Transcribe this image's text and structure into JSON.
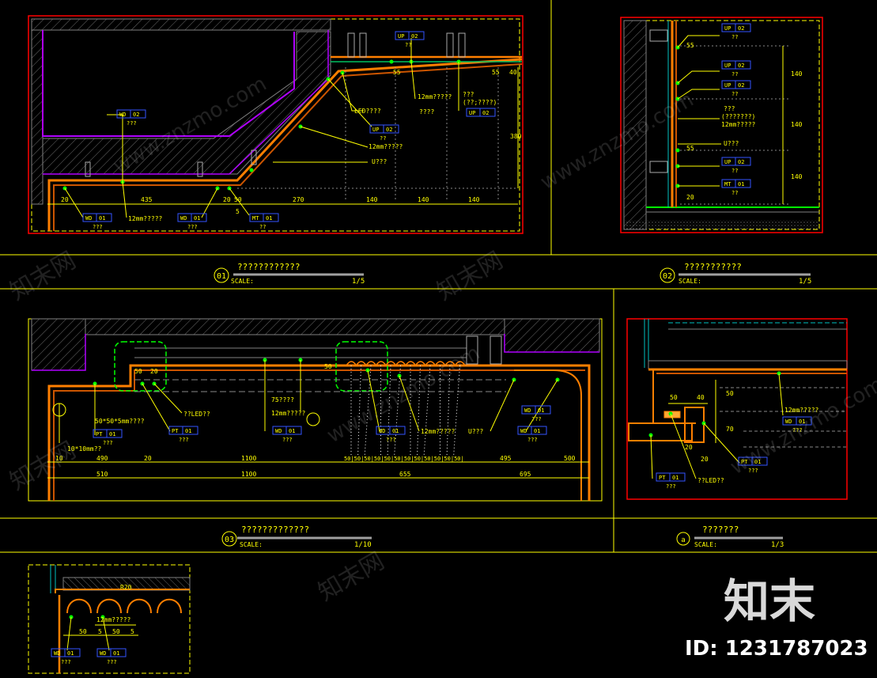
{
  "panels": [
    {
      "num": "01",
      "title": "????????????",
      "scale_label": "SCALE:",
      "scale": "1/5"
    },
    {
      "num": "02",
      "title": "???????????",
      "scale_label": "SCALE:",
      "scale": "1/5"
    },
    {
      "num": "03",
      "title": "?????????????",
      "scale_label": "SCALE:",
      "scale": "1/10"
    },
    {
      "num": "a",
      "title": "???????",
      "scale_label": "SCALE:",
      "scale": "1/3"
    }
  ],
  "p1": {
    "tags": [
      {
        "code": "UP",
        "num": "02",
        "txt": "??"
      },
      {
        "code": "WD",
        "num": "02",
        "txt": "???"
      },
      {
        "code": "UP",
        "num": "02",
        "txt": "??"
      },
      {
        "code": "UP",
        "num": "02",
        "txt": ""
      },
      {
        "code": "WD",
        "num": "01",
        "txt": "???"
      },
      {
        "code": "WD",
        "num": "01",
        "txt": "???"
      },
      {
        "code": "MT",
        "num": "01",
        "txt": "??"
      }
    ],
    "notes": [
      "LED????",
      "12mm?????",
      "????",
      "U???",
      "12mm?????",
      "(??;????)",
      "12mm?????",
      "???"
    ],
    "dims": [
      "20",
      "435",
      "20",
      "50",
      "270",
      "140",
      "140",
      "140",
      "55",
      "55",
      "40",
      "380",
      "5"
    ]
  },
  "p2": {
    "tags": [
      {
        "code": "UP",
        "num": "02",
        "txt": "??"
      },
      {
        "code": "UP",
        "num": "02",
        "txt": "??"
      },
      {
        "code": "UP",
        "num": "02",
        "txt": "??"
      },
      {
        "code": "UP",
        "num": "02",
        "txt": "??"
      },
      {
        "code": "MT",
        "num": "01",
        "txt": "??"
      }
    ],
    "notes": [
      "???",
      "(???????)",
      "12mm?????",
      "U???"
    ],
    "dims": [
      "140",
      "140",
      "140",
      "55",
      "55",
      "20"
    ]
  },
  "p3": {
    "tags": [
      {
        "code": "PT",
        "num": "01",
        "txt": "???"
      },
      {
        "code": "PT",
        "num": "01",
        "txt": "???"
      },
      {
        "code": "WD",
        "num": "01",
        "txt": "???"
      },
      {
        "code": "WD",
        "num": "01",
        "txt": "???"
      },
      {
        "code": "WD",
        "num": "01",
        "txt": "???"
      },
      {
        "code": "WD",
        "num": "01",
        "txt": "???"
      }
    ],
    "notes": [
      "50*50*5mm????",
      "??LED??",
      "75????",
      "12mm?????",
      "12mm?????",
      "U???",
      "10*10mm??"
    ],
    "dims_row1": [
      "10",
      "490",
      "20",
      "1100",
      "50|50|50|50|50|50|50|50|50|50|50|50|",
      "495",
      "500"
    ],
    "dims_row2": [
      "510",
      "1100",
      "655",
      "695"
    ],
    "small": [
      "50",
      "50",
      "20"
    ]
  },
  "pa": {
    "tags": [
      {
        "code": "WD",
        "num": "01",
        "txt": "???"
      },
      {
        "code": "PT",
        "num": "01",
        "txt": "???"
      },
      {
        "code": "PT",
        "num": "01",
        "txt": "???"
      }
    ],
    "notes": [
      "12mm?????",
      "??LED??"
    ],
    "dims": [
      "50",
      "40",
      "20",
      "50",
      "70",
      "20"
    ]
  },
  "pb": {
    "tags": [
      {
        "code": "WD",
        "num": "01",
        "txt": "???"
      },
      {
        "code": "WD",
        "num": "01",
        "txt": "???"
      }
    ],
    "notes": [
      "12mm?????",
      "R20"
    ],
    "dims": [
      "50",
      "5",
      "50",
      "5"
    ]
  },
  "watermark": {
    "logo": "知末",
    "id": "ID: 1231787023",
    "site": "www.znzmo.com",
    "brand": "知末网"
  },
  "colors": {
    "bg": "#000000",
    "frame": "#ffff00",
    "red": "#ff0000",
    "magenta": "#b000ff",
    "orange": "#ff7f00",
    "green": "#00ff00",
    "blue": "#3355ff",
    "grey": "#808080",
    "cyan": "#00c0c0"
  }
}
